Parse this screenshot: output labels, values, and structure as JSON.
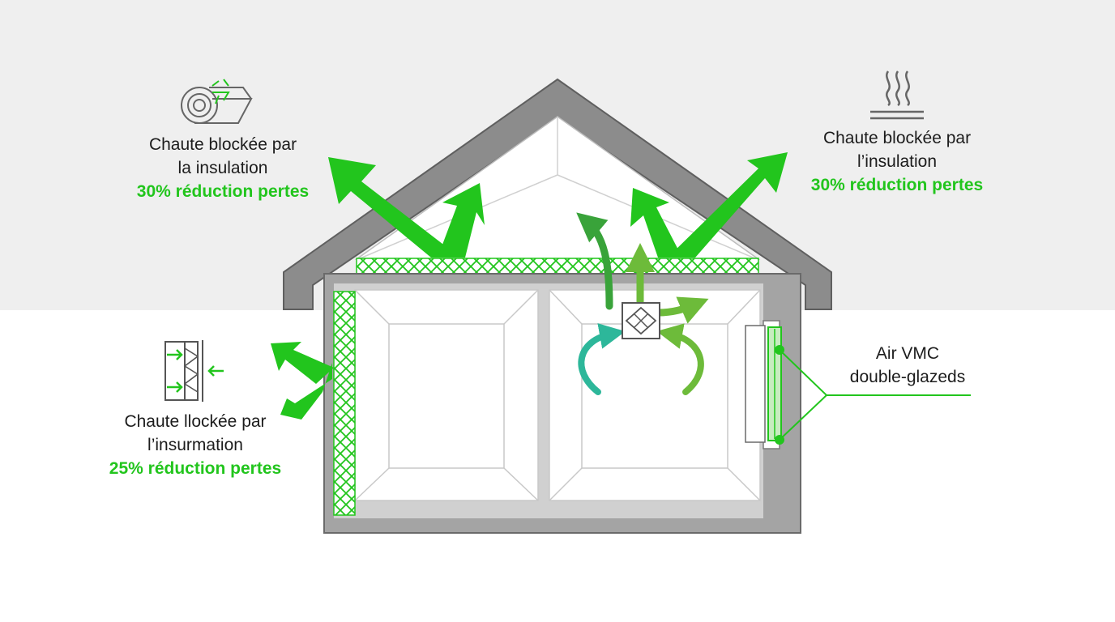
{
  "colors": {
    "accent_green": "#22c51d",
    "dark_green": "#39a33a",
    "teal": "#2db79a",
    "wall_gray": "#9a9a9a",
    "wall_border": "#606060",
    "roof_gray": "#8c8c8c",
    "sky_background": "#efefef"
  },
  "callouts": {
    "roof_left": {
      "line1": "Chaute blockée par",
      "line2": "la insulation",
      "highlight": "30% réduction pertes",
      "icon": "insulation-roll-icon"
    },
    "roof_right": {
      "line1": "Chaute blockée par",
      "line2": "l’insulation",
      "highlight": "30% réduction pertes",
      "icon": "heat-waves-icon"
    },
    "wall_left": {
      "line1": "Chaute llockée par",
      "line2": "l’insurmation",
      "highlight": "25% réduction pertes",
      "icon": "wall-insulation-icon"
    },
    "window_right": {
      "line1": "Air VMC",
      "line2": "double-glazeds"
    }
  },
  "diagram": {
    "elements": [
      "roof",
      "attic-insulation",
      "wall-insulation",
      "two-rooms",
      "vmc-unit",
      "double-glazed-window",
      "heat-loss-arrows",
      "airflow-arrows"
    ]
  }
}
